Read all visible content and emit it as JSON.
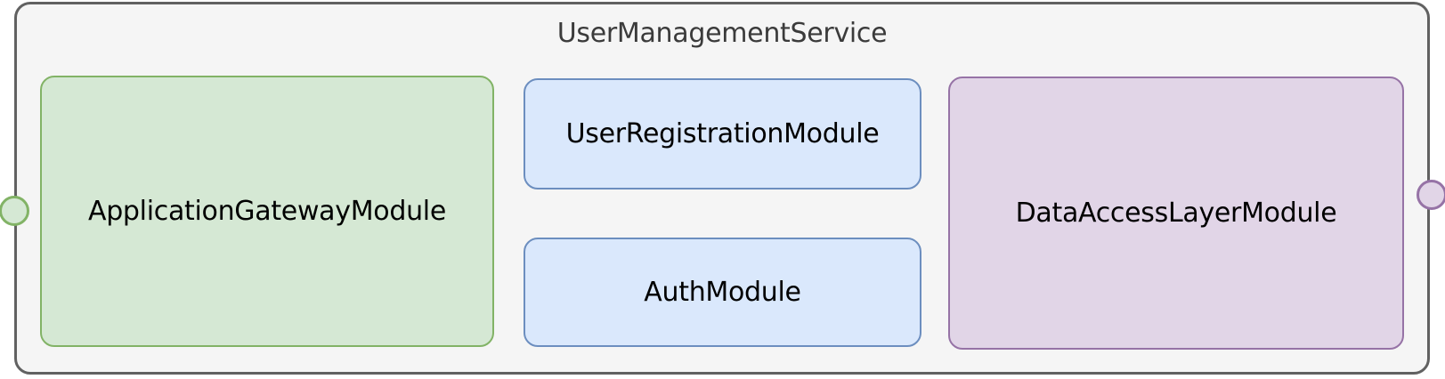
{
  "diagram": {
    "title": "UserManagementService",
    "container": {
      "fill": "#f5f5f5",
      "stroke": "#616161",
      "title_color": "#3b3b3b"
    },
    "modules": {
      "application_gateway": {
        "label": "ApplicationGatewayModule",
        "fill": "#d5e8d4",
        "stroke": "#82b366"
      },
      "user_registration": {
        "label": "UserRegistrationModule",
        "fill": "#dae8fc",
        "stroke": "#6c8ebf"
      },
      "auth": {
        "label": "AuthModule",
        "fill": "#dae8fc",
        "stroke": "#6c8ebf"
      },
      "data_access_layer": {
        "label": "DataAccessLayerModule",
        "fill": "#e1d5e7",
        "stroke": "#9673a6"
      }
    },
    "ports": {
      "left": {
        "fill": "#d5e8d4",
        "stroke": "#82b366"
      },
      "right": {
        "fill": "#e1d5e7",
        "stroke": "#9673a6"
      }
    }
  }
}
